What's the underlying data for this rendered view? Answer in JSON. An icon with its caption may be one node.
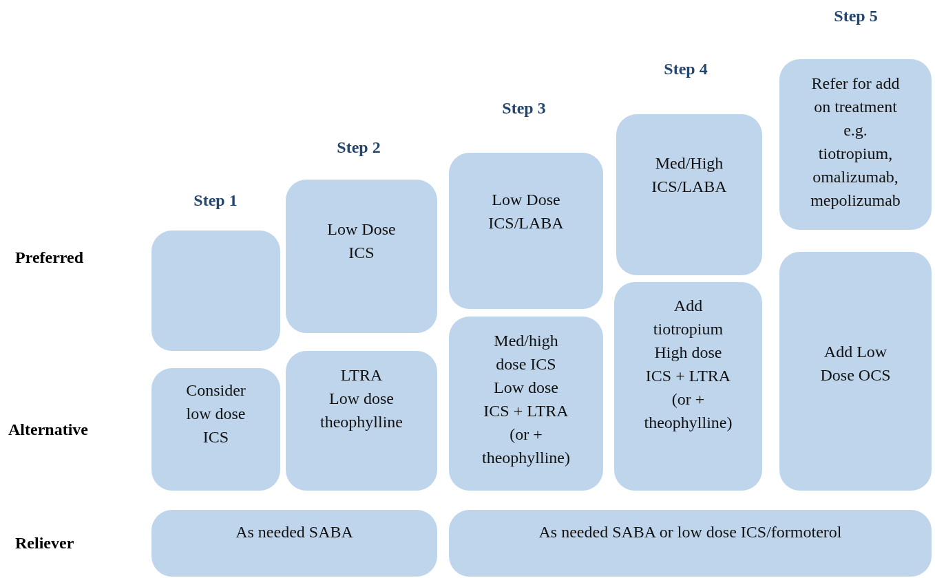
{
  "diagram": {
    "nodes": [
      {
        "text": [],
        "shape": "box"
      },
      {
        "text": [
          "Consider low dose ICS"
        ]
      },
      {
        "text": [
          "Low Dose ICS"
        ]
      },
      {
        "text": [
          "LTRA",
          "Low dose theophylline"
        ]
      },
      {
        "text": [
          "Low Dose ICS/LABA"
        ]
      },
      {
        "text": [
          "Med/high dose ICS",
          "Low dose ICS + LTRA (or + theophylline)"
        ]
      },
      {
        "text": [
          "Med/High ICS/LABA"
        ]
      },
      {
        "text": [
          "Add tiotropium",
          "High dose ICS + LTRA (or + theophylline)"
        ]
      },
      {
        "text": [
          "Refer for add on treatment e.g. tiotropium, omalizumab, mepolizumab"
        ]
      },
      {
        "text": [
          "Add Low Dose OCS"
        ]
      },
      {
        "text": [
          "As needed SABA"
        ]
      },
      {
        "text": [
          "As needed SABA or low dose ICS/formoterol"
        ]
      }
    ],
    "labels": [
      "Step 5",
      "Step 4",
      "Step 3",
      "Step 2",
      "Step 1",
      "Preferred",
      "Alternative",
      "Reliever"
    ]
  }
}
